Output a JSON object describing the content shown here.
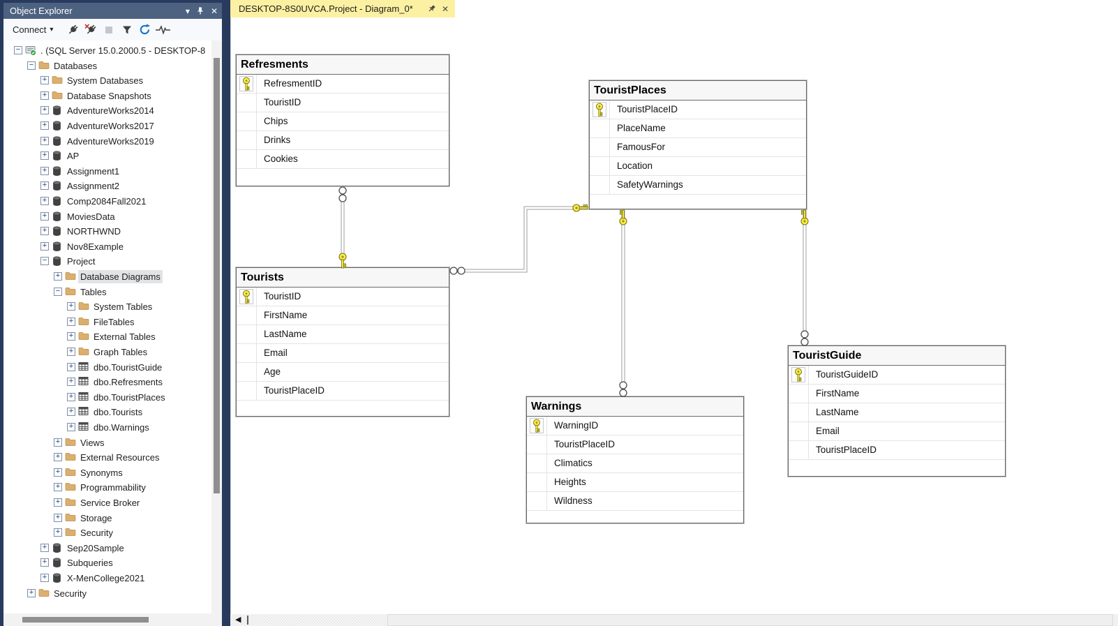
{
  "app": {
    "name": "SQL Server Management Studio",
    "colors": {
      "window_chrome": "#283A5E",
      "panel_titlebar": "#4D6180",
      "active_tab": "#FCF1A2",
      "key_icon": "#FFED4A",
      "folder_icon": "#DCAF6F"
    }
  },
  "object_explorer": {
    "title": "Object Explorer",
    "window_buttons": [
      "window-position-chevron-icon",
      "pin-icon",
      "close-icon"
    ],
    "toolbar": {
      "connect_label": "Connect",
      "buttons": [
        "connect-icon",
        "disconnect-icon",
        "stop-icon",
        "filter-icon",
        "refresh-icon",
        "activity-monitor-icon"
      ]
    },
    "tree": [
      {
        "label": ". (SQL Server 15.0.2000.5 - DESKTOP-8",
        "level": 0,
        "expand": "minus",
        "icon": "server"
      },
      {
        "label": "Databases",
        "level": 1,
        "expand": "minus",
        "icon": "folder"
      },
      {
        "label": "System Databases",
        "level": 2,
        "expand": "plus",
        "icon": "folder"
      },
      {
        "label": "Database Snapshots",
        "level": 2,
        "expand": "plus",
        "icon": "folder"
      },
      {
        "label": "AdventureWorks2014",
        "level": 2,
        "expand": "plus",
        "icon": "database"
      },
      {
        "label": "AdventureWorks2017",
        "level": 2,
        "expand": "plus",
        "icon": "database"
      },
      {
        "label": "AdventureWorks2019",
        "level": 2,
        "expand": "plus",
        "icon": "database"
      },
      {
        "label": "AP",
        "level": 2,
        "expand": "plus",
        "icon": "database"
      },
      {
        "label": "Assignment1",
        "level": 2,
        "expand": "plus",
        "icon": "database"
      },
      {
        "label": "Assignment2",
        "level": 2,
        "expand": "plus",
        "icon": "database"
      },
      {
        "label": "Comp2084Fall2021",
        "level": 2,
        "expand": "plus",
        "icon": "database"
      },
      {
        "label": "MoviesData",
        "level": 2,
        "expand": "plus",
        "icon": "database"
      },
      {
        "label": "NORTHWND",
        "level": 2,
        "expand": "plus",
        "icon": "database"
      },
      {
        "label": "Nov8Example",
        "level": 2,
        "expand": "plus",
        "icon": "database"
      },
      {
        "label": "Project",
        "level": 2,
        "expand": "minus",
        "icon": "database"
      },
      {
        "label": "Database Diagrams",
        "level": 3,
        "expand": "plus",
        "icon": "folder",
        "selected": true
      },
      {
        "label": "Tables",
        "level": 3,
        "expand": "minus",
        "icon": "folder"
      },
      {
        "label": "System Tables",
        "level": 4,
        "expand": "plus",
        "icon": "folder"
      },
      {
        "label": "FileTables",
        "level": 4,
        "expand": "plus",
        "icon": "folder"
      },
      {
        "label": "External Tables",
        "level": 4,
        "expand": "plus",
        "icon": "folder"
      },
      {
        "label": "Graph Tables",
        "level": 4,
        "expand": "plus",
        "icon": "folder"
      },
      {
        "label": "dbo.TouristGuide",
        "level": 4,
        "expand": "plus",
        "icon": "table"
      },
      {
        "label": "dbo.Refresments",
        "level": 4,
        "expand": "plus",
        "icon": "table"
      },
      {
        "label": "dbo.TouristPlaces",
        "level": 4,
        "expand": "plus",
        "icon": "table"
      },
      {
        "label": "dbo.Tourists",
        "level": 4,
        "expand": "plus",
        "icon": "table"
      },
      {
        "label": "dbo.Warnings",
        "level": 4,
        "expand": "plus",
        "icon": "table"
      },
      {
        "label": "Views",
        "level": 3,
        "expand": "plus",
        "icon": "folder"
      },
      {
        "label": "External Resources",
        "level": 3,
        "expand": "plus",
        "icon": "folder"
      },
      {
        "label": "Synonyms",
        "level": 3,
        "expand": "plus",
        "icon": "folder"
      },
      {
        "label": "Programmability",
        "level": 3,
        "expand": "plus",
        "icon": "folder"
      },
      {
        "label": "Service Broker",
        "level": 3,
        "expand": "plus",
        "icon": "folder"
      },
      {
        "label": "Storage",
        "level": 3,
        "expand": "plus",
        "icon": "folder"
      },
      {
        "label": "Security",
        "level": 3,
        "expand": "plus",
        "icon": "folder"
      },
      {
        "label": "Sep20Sample",
        "level": 2,
        "expand": "plus",
        "icon": "database"
      },
      {
        "label": "Subqueries",
        "level": 2,
        "expand": "plus",
        "icon": "database"
      },
      {
        "label": "X-MenCollege2021",
        "level": 2,
        "expand": "plus",
        "icon": "database"
      },
      {
        "label": "Security",
        "level": 1,
        "expand": "plus",
        "icon": "folder"
      }
    ]
  },
  "document": {
    "tab": {
      "title": "DESKTOP-8S0UVCA.Project - Diagram_0*",
      "buttons": [
        "pin-icon",
        "close-icon"
      ]
    },
    "diagram": {
      "tables": [
        {
          "name": "Refresments",
          "pk": 0,
          "columns": [
            "RefresmentID",
            "TouristID",
            "Chips",
            "Drinks",
            "Cookies"
          ]
        },
        {
          "name": "TouristPlaces",
          "pk": 0,
          "columns": [
            "TouristPlaceID",
            "PlaceName",
            "FamousFor",
            "Location",
            "SafetyWarnings"
          ]
        },
        {
          "name": "Tourists",
          "pk": 0,
          "columns": [
            "TouristID",
            "FirstName",
            "LastName",
            "Email",
            "Age",
            "TouristPlaceID"
          ]
        },
        {
          "name": "Warnings",
          "pk": 0,
          "columns": [
            "WarningID",
            "TouristPlaceID",
            "Climatics",
            "Heights",
            "Wildness"
          ]
        },
        {
          "name": "TouristGuide",
          "pk": 0,
          "columns": [
            "TouristGuideID",
            "FirstName",
            "LastName",
            "Email",
            "TouristPlaceID"
          ]
        }
      ],
      "relationships": [
        {
          "many_side": "Refresments",
          "one_side": "Tourists"
        },
        {
          "many_side": "Tourists",
          "one_side": "TouristPlaces"
        },
        {
          "many_side": "Warnings",
          "one_side": "TouristPlaces"
        },
        {
          "many_side": "TouristGuide",
          "one_side": "TouristPlaces"
        }
      ]
    }
  }
}
